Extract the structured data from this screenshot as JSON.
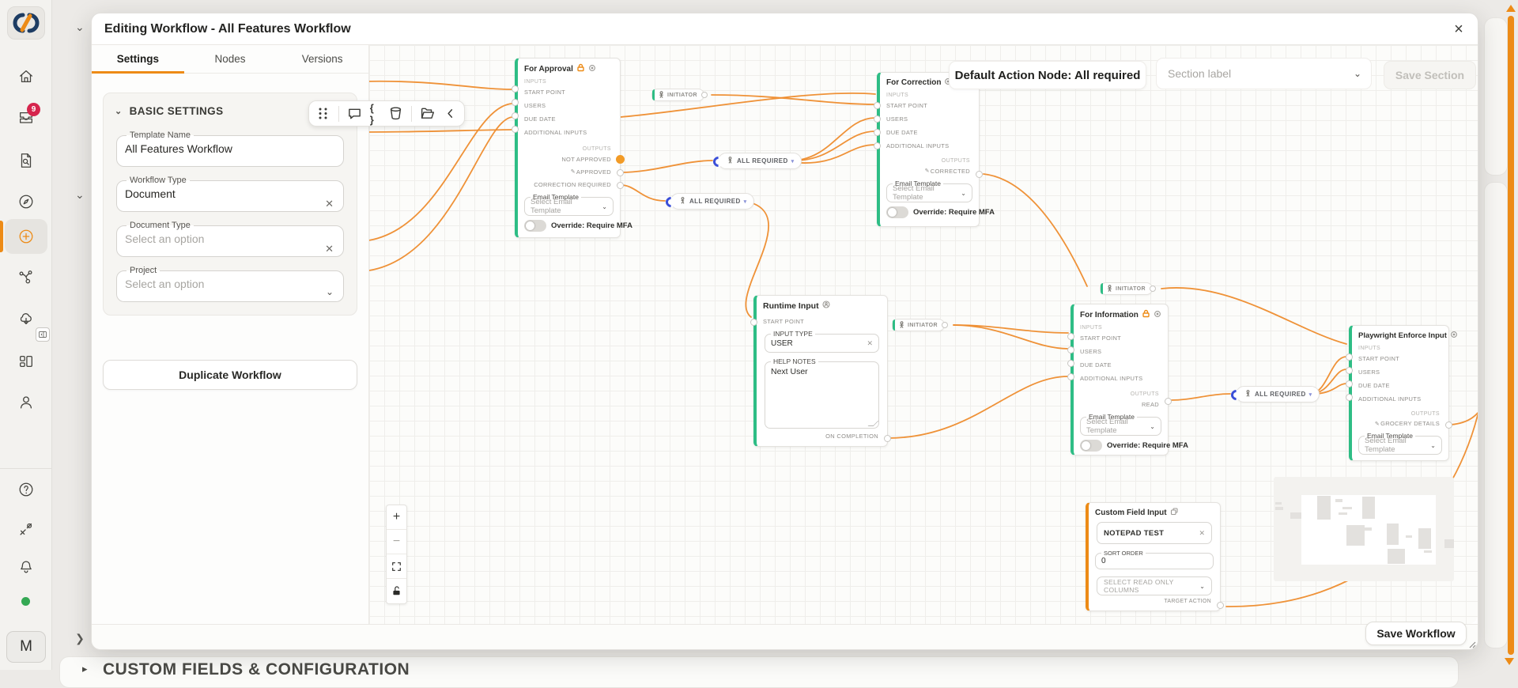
{
  "colors": {
    "accent_orange": "#ED8B16",
    "edge_orange": "#EE8C2D",
    "node_green": "#2EBD85",
    "crescent_blue": "#3B4FD8",
    "badge_red": "#D6254D",
    "status_green": "#34A853"
  },
  "sidebar": {
    "inbox_badge": "9",
    "avatar": "M",
    "icons": [
      "home",
      "inbox",
      "document-search",
      "compass",
      "add-circle",
      "workflow-network",
      "cloud-download",
      "dashboard",
      "user",
      "help",
      "tools",
      "notifications"
    ]
  },
  "background": {
    "custom_fields_heading": "CUSTOM FIELDS & CONFIGURATION"
  },
  "modal": {
    "title": "Editing Workflow - All Features Workflow",
    "close": "×",
    "tabs": {
      "settings": "Settings",
      "nodes": "Nodes",
      "versions": "Versions"
    },
    "basic": {
      "title": "BASIC SETTINGS",
      "template_name": {
        "label": "Template Name",
        "value": "All Features Workflow"
      },
      "workflow_type": {
        "label": "Workflow Type",
        "value": "Document"
      },
      "document_type": {
        "label": "Document Type",
        "placeholder": "Select an option"
      },
      "project": {
        "label": "Project",
        "placeholder": "Select an option"
      },
      "duplicate": "Duplicate Workflow"
    },
    "save_workflow": "Save Workflow"
  },
  "canvas": {
    "default_action": "Default Action Node: All required",
    "section_label_placeholder": "Section label",
    "save_section": "Save Section",
    "labels": {
      "inputs": "INPUTS",
      "outputs": "OUTPUTS",
      "all_required": "ALL REQUIRED",
      "initiator": "INITIATOR",
      "email_template": "Email Template",
      "select_email": "Select Email Template",
      "mfa": "Override: Require MFA",
      "start_point": "START POINT",
      "users": "USERS",
      "due_date": "DUE DATE",
      "additional_inputs": "ADDITIONAL INPUTS"
    },
    "nodes": {
      "for_approval": {
        "title": "For Approval",
        "outputs": [
          "NOT APPROVED",
          "APPROVED",
          "CORRECTION REQUIRED"
        ]
      },
      "for_correction": {
        "title": "For Correction",
        "outputs": [
          "CORRECTED"
        ]
      },
      "runtime_input": {
        "title": "Runtime Input",
        "start_point": "START POINT",
        "input_type_label": "INPUT TYPE",
        "input_type_value": "USER",
        "help_notes_label": "HELP NOTES",
        "help_notes_value": "Next User",
        "on_completion": "ON COMPLETION"
      },
      "for_information": {
        "title": "For Information",
        "outputs": [
          "READ"
        ]
      },
      "playwright": {
        "title": "Playwright Enforce Input",
        "outputs": [
          "GROCERY DETAILS"
        ]
      },
      "custom_field": {
        "title": "Custom Field Input",
        "name_value": "NOTEPAD TEST",
        "sort_order_label": "SORT ORDER",
        "sort_order_value": "0",
        "readonly_placeholder": "SELECT READ ONLY COLUMNS",
        "target_action": "TARGET ACTION"
      }
    }
  }
}
